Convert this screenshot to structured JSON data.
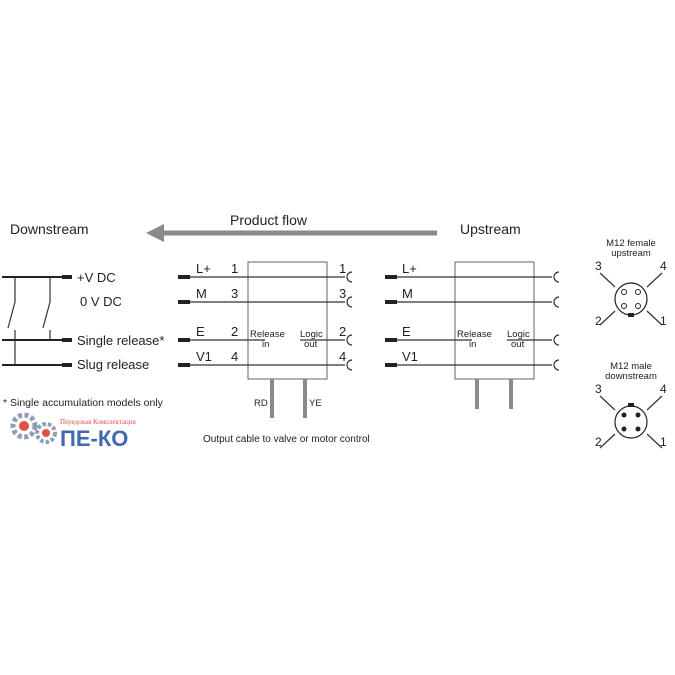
{
  "flow": {
    "downstream": "Downstream",
    "upstream": "Upstream",
    "product_flow": "Product flow",
    "arrow_color": "#8a8a8a"
  },
  "left_panel": {
    "signals": [
      "+V DC",
      "0 V DC",
      "Single release*",
      "Slug release"
    ],
    "footnote": "* Single accumulation models only"
  },
  "module_a": {
    "rows": [
      {
        "label": "L+",
        "pin": "1",
        "out_pin": "1"
      },
      {
        "label": "M",
        "pin": "3",
        "out_pin": "3"
      },
      {
        "label": "E",
        "pin": "2",
        "out_pin": "2"
      },
      {
        "label": "V1",
        "pin": "4",
        "out_pin": "4"
      }
    ],
    "release_in": [
      "Release",
      "in"
    ],
    "logic_out": [
      "Logic",
      "out"
    ],
    "wire_rd": "RD",
    "wire_ye": "YE",
    "output_cable": "Output cable to valve or motor control"
  },
  "module_b": {
    "rows": [
      {
        "label": "L+"
      },
      {
        "label": "M"
      },
      {
        "label": "E"
      },
      {
        "label": "V1"
      }
    ],
    "release_in": [
      "Release",
      "in"
    ],
    "logic_out": [
      "Logic",
      "out"
    ]
  },
  "connectors": {
    "female": {
      "title": [
        "M12 female",
        "upstream"
      ],
      "pins": [
        "3",
        "4",
        "2",
        "1"
      ]
    },
    "male": {
      "title": [
        "M12 male",
        "downstream"
      ],
      "pins": [
        "3",
        "4",
        "2",
        "1"
      ]
    }
  },
  "logo": {
    "text": "ПЕ-КО",
    "tagline": "Передовая Комплектация",
    "colors": {
      "primary": "#1f4fa0",
      "accent": "#d9342b",
      "gear": "#7f8da8"
    }
  }
}
